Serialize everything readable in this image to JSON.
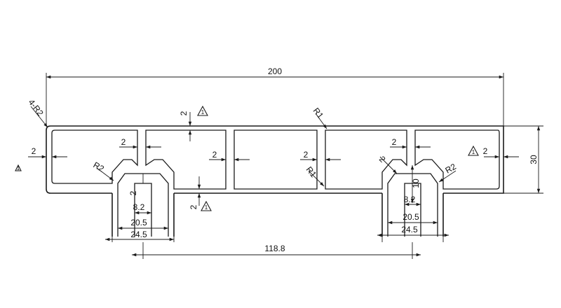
{
  "drawing": {
    "overall_width": "200",
    "overall_height": "30",
    "channel_pitch": "118.8",
    "corner_radius_note": "4-R2",
    "left_channel": {
      "inner_width": "8.2",
      "mid_width": "20.5",
      "outer_width": "24.5",
      "wall": "2",
      "radius": "R2"
    },
    "right_channel": {
      "inner_width": "8.2",
      "mid_width": "20.5",
      "outer_width": "24.5",
      "depth": "10",
      "wall": "2",
      "radius": "R2"
    },
    "top_wall": "2",
    "bottom_wall": "2",
    "left_wall": "2",
    "right_wall": "2",
    "rib_wall_1": "2",
    "rib_wall_2": "2",
    "rib_wall_3": "2",
    "rib_wall_4": "2",
    "fillet_1": "R1",
    "fillet_2": "R1",
    "critical_mark": "1"
  }
}
